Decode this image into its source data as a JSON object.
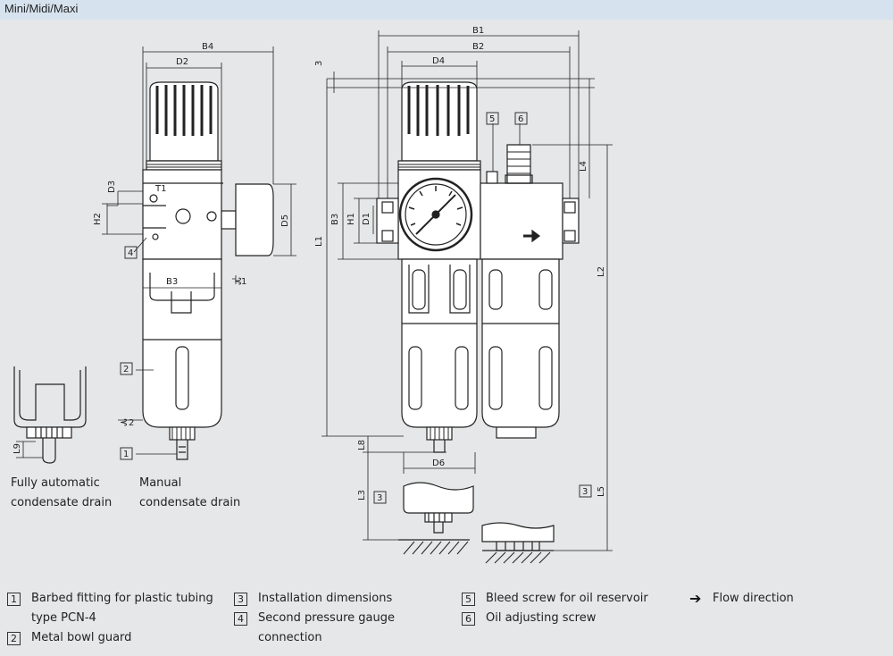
{
  "header": {
    "title": "Mini/Midi/Maxi"
  },
  "dimensions": {
    "B1": "B1",
    "B2": "B2",
    "B3": "B3",
    "B4": "B4",
    "D1": "D1",
    "D2": "D2",
    "D3": "D3",
    "D4": "D4",
    "D5": "D5",
    "D6": "D6",
    "H1": "H1",
    "H2": "H2",
    "T1": "T1",
    "L1": "L1",
    "L2": "L2",
    "L3": "L3",
    "L4": "L4",
    "L5": "L5",
    "L8": "L8",
    "L9": "L9",
    "n3": "3"
  },
  "ports": {
    "p1": "1",
    "p2": "2"
  },
  "callouts": {
    "c1": "1",
    "c2": "2",
    "c3": "3",
    "c4": "4",
    "c5": "5",
    "c6": "6"
  },
  "captions": {
    "auto_line1": "Fully automatic",
    "auto_line2": "condensate drain",
    "manual_line1": "Manual",
    "manual_line2": "condensate drain"
  },
  "legend": [
    {
      "num": "1",
      "lines": [
        "Barbed fitting for plastic tubing",
        "type PCN-4"
      ]
    },
    {
      "num": "2",
      "lines": [
        "Metal bowl guard"
      ]
    },
    {
      "num": "3",
      "lines": [
        "Installation dimensions"
      ]
    },
    {
      "num": "4",
      "lines": [
        "Second pressure gauge",
        "connection"
      ]
    },
    {
      "num": "5",
      "lines": [
        "Bleed screw for oil reservoir"
      ]
    },
    {
      "num": "6",
      "lines": [
        "Oil adjusting screw"
      ]
    },
    {
      "symbol": "➔",
      "lines": [
        "Flow direction"
      ]
    }
  ]
}
